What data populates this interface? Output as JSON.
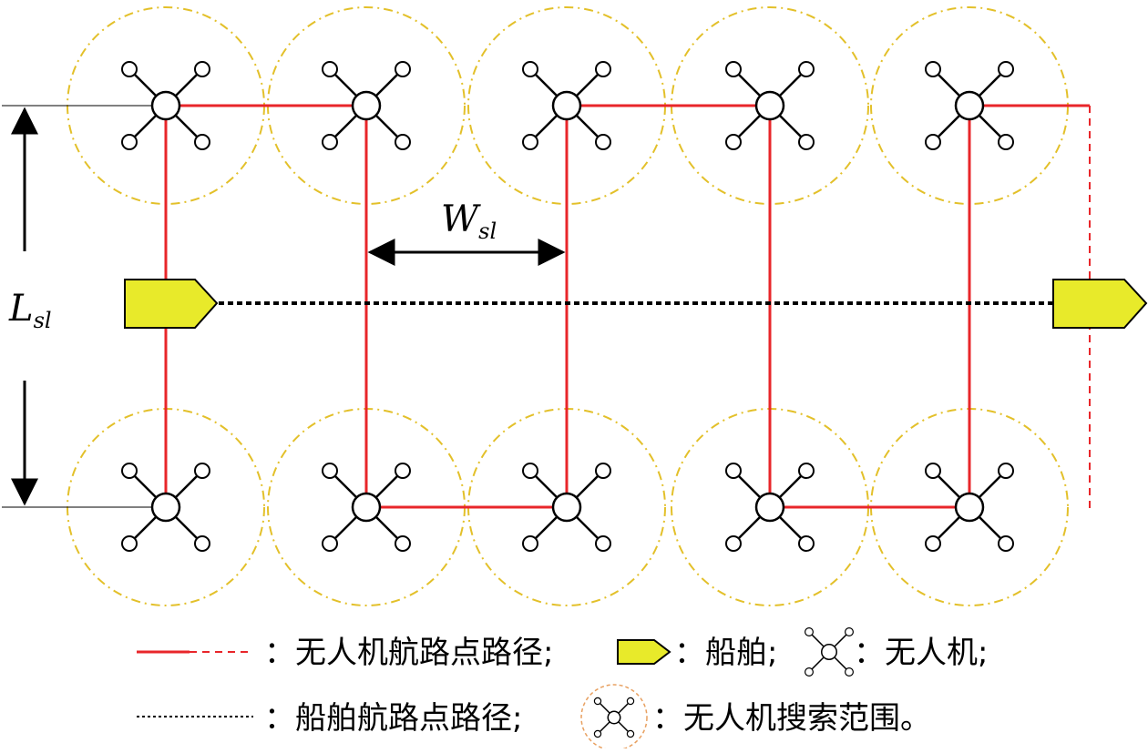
{
  "labels": {
    "w_main": "W",
    "w_sub": "sl",
    "l_main": "L",
    "l_sub": "sl"
  },
  "legend": {
    "uav_path": "：无人机航路点路径;",
    "ship": "：船舶;",
    "uav": "：无人机;",
    "ship_path": "：船舶航路点路径;",
    "search_range": "：无人机搜索范围。"
  },
  "colors": {
    "uav_path": "#e8262a",
    "search_circle": "#e3c02a",
    "ship_fill": "#e8ea2a",
    "legend_circle": "#e8a060"
  },
  "icons": {
    "uav": "quadcopter-icon",
    "ship": "ship-icon",
    "search_range": "search-range-icon"
  }
}
